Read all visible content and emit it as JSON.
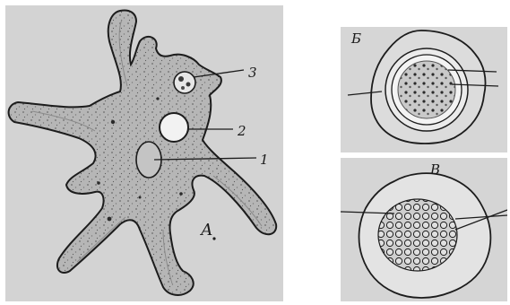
{
  "figure": {
    "panels": {
      "a": {
        "label": "А",
        "callouts": [
          "1",
          "2",
          "3"
        ]
      },
      "b": {
        "label": "Б"
      },
      "c": {
        "label": "В"
      }
    },
    "colors": {
      "plate_bg": "#d4d4d4",
      "cell_fill": "#b9b9b9",
      "outline": "#1c1c1c",
      "vacuole": "#f2f2f2",
      "cyst_ring": "#eaeaea"
    }
  }
}
